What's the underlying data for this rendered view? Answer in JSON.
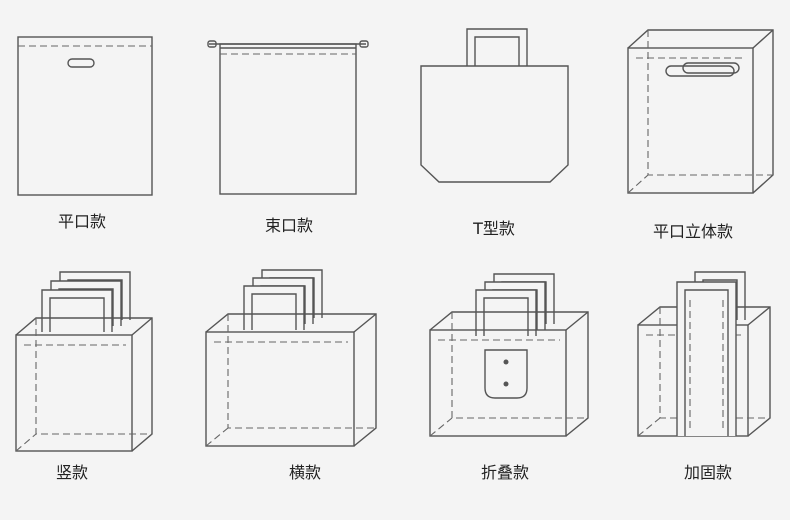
{
  "bags": [
    {
      "id": "flat",
      "label": "平口款"
    },
    {
      "id": "drawstring",
      "label": "束口款"
    },
    {
      "id": "t-shape",
      "label": "T型款"
    },
    {
      "id": "flat-3d",
      "label": "平口立体款"
    },
    {
      "id": "vertical",
      "label": "竖款"
    },
    {
      "id": "horizontal",
      "label": "横款"
    },
    {
      "id": "foldable",
      "label": "折叠款"
    },
    {
      "id": "reinforced",
      "label": "加固款"
    }
  ]
}
